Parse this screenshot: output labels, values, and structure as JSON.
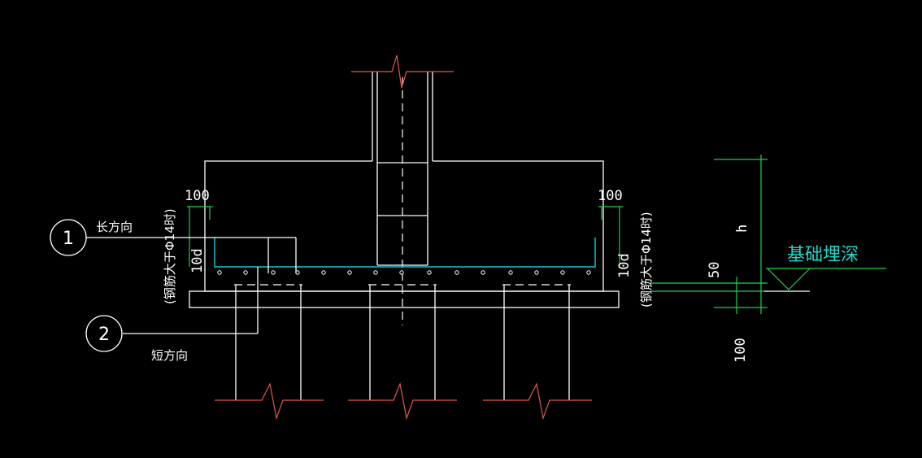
{
  "callouts": [
    {
      "number": "1",
      "label": "长方向"
    },
    {
      "number": "2",
      "label": "短方向"
    }
  ],
  "dimensions": {
    "left_offset": "100",
    "right_offset": "100",
    "left_anchor": "10d",
    "right_anchor": "10d",
    "cover": "50",
    "cushion": "100",
    "height": "h"
  },
  "notes": {
    "left_rebar_note": "(钢筋大于Φ14时)",
    "right_rebar_note": "(钢筋大于Φ14时)",
    "burial_depth": "基础埋深"
  },
  "colors": {
    "outline": "#ffffff",
    "break_line": "#e05a4c",
    "dimension": "#1fd24a",
    "rebar": "#19c8d8"
  }
}
